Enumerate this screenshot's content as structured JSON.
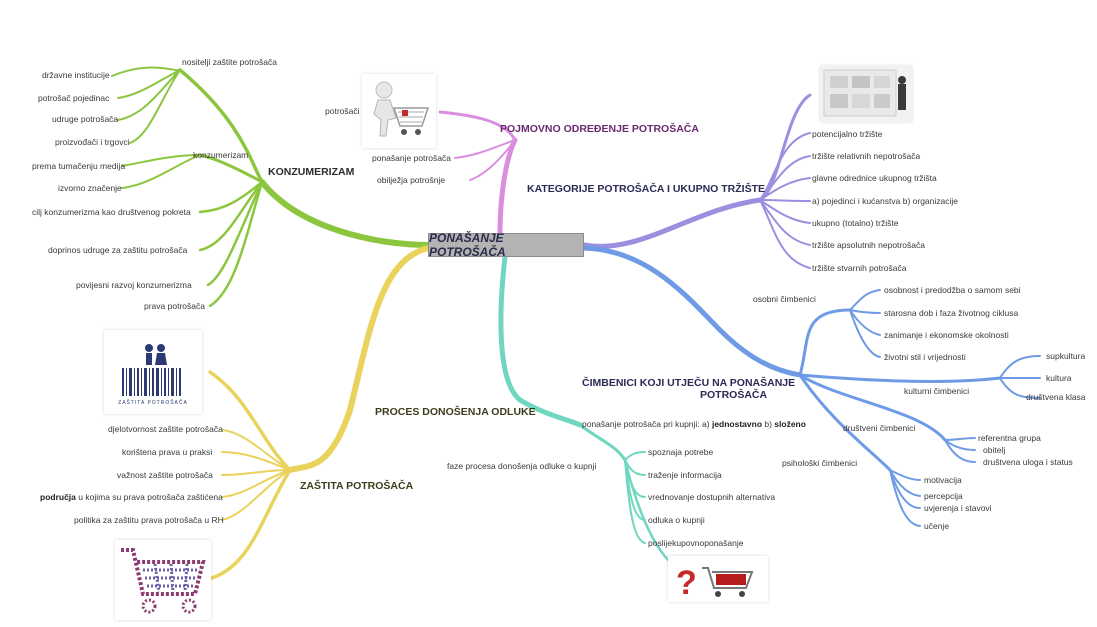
{
  "center": "PONAŠANJE POTROŠAČA",
  "konzumerizam": {
    "title": "KONZUMERIZAM",
    "nositelji": "nositelji zaštite potrošača",
    "nositelji_items": [
      "državne institucije",
      "potrošač pojedinac",
      "udruge potrošača",
      "proizvođači i trgovci"
    ],
    "konzumerizam_sub": "konzumerizam",
    "konzumerizam_items": [
      "prema tumačenju medija",
      "izvorno značenje"
    ],
    "other_items": [
      "cilj konzumerizma kao društvenog pokreta",
      "doprinos udruge za zaštitu potrošača",
      "povijesni razvoj konzumerizma",
      "prava potrošača"
    ]
  },
  "pojmovno": {
    "title": "POJMOVNO ODREĐENJE POTROŠAČA",
    "items": [
      "potrošači",
      "ponašanje potrošača",
      "obilježja potrošnje"
    ]
  },
  "kategorije": {
    "title": "KATEGORIJE POTROŠAČA I UKUPNO TRŽIŠTE",
    "items": [
      "potencijalno tržište",
      "tržište relativnih nepotrošača",
      "glavne odrednice ukupnog tržišta",
      "a) pojedinci i kućanstva b) organizacije",
      "ukupno (totalno) tržište",
      "tržište apsolutnih nepotrošača",
      "tržište stvarnih potrošača"
    ]
  },
  "cimbenici": {
    "title_line1": "ČIMBENICI KOJI UTJEČU NA PONAŠANJE",
    "title_line2": "POTROŠAČA",
    "osobni": "osobni čimbenici",
    "osobni_items": [
      "osobnost i predodžba o samom sebi",
      "starosna dob i faza životnog ciklusa",
      "zanimanje i ekonomske okolnosti",
      "životni stil i vrijednosti"
    ],
    "kulturni": "kulturni čimbenici",
    "kulturni_items": [
      "supkultura",
      "kultura",
      "društvena klasa"
    ],
    "drustveni": "društveni čimbenici",
    "drustveni_items": [
      "referentna grupa",
      "obitelj",
      "društvena uloga i status"
    ],
    "psiholoski": "psihološki čimbenici",
    "psiholoski_items": [
      "motivacija",
      "percepcija",
      "uvjerenja i stavovi",
      "učenje"
    ]
  },
  "proces": {
    "title": "PROCES DONOŠENJA ODLUKE",
    "ponasanje_pre": "ponašanje potrošača pri kupnji: a) ",
    "ponasanje_b1": "jednostavno",
    "ponasanje_mid": " b) ",
    "ponasanje_b2": "složeno",
    "faze": "faze procesa donošenja odluke o kupnji",
    "faze_items": [
      "spoznaja potrebe",
      "traženje informacija",
      "vrednovanje dostupnih alternativa",
      "odluka o kupnji",
      "poslijekupovnoponašanje"
    ]
  },
  "zastita": {
    "title": "ZAŠTITA POTROŠAČA",
    "items": [
      "djelotvornost zaštite potrošača",
      "korištena prava u praksi",
      "važnost zaštite potrošača",
      "u kojima su prava potrošača zaštićena",
      "politika za zaštitu prava potrošača u RH"
    ],
    "item4_bold": "područja",
    "logo_text": "ZAŠTITA POTROŠAČA"
  },
  "colors": {
    "green": "#8cc63f",
    "pink": "#d98ee0",
    "purple": "#9b8fe0",
    "blue": "#6f9ae6",
    "teal": "#6fd6c0",
    "yellow": "#ead35c"
  }
}
